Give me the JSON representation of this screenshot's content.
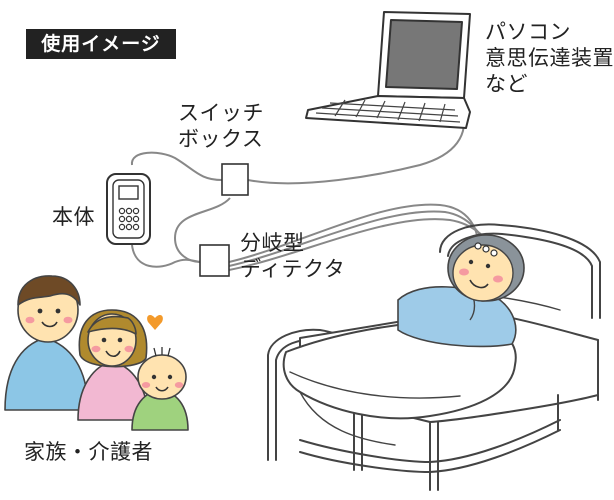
{
  "title_tag": "使用イメージ",
  "labels": {
    "pc_line1": "パソコン",
    "pc_line2": "意思伝達装置",
    "pc_line3": "など",
    "switch_line1": "スイッチ",
    "switch_line2": "ボックス",
    "main_unit": "本体",
    "detector_line1": "分岐型",
    "detector_line2": "ディテクタ",
    "family": "家族・介護者"
  },
  "colors": {
    "cable": "#888888",
    "patient_shirt": "#9ecbe8",
    "face": "#ffe3b0",
    "hair_grey": "#8a939a",
    "father_shirt": "#8cc6e6",
    "mother_shirt": "#f2b8d2",
    "child_shirt": "#9fd27e",
    "hair_brown": "#6e4a26",
    "hair_olive": "#b08a2e",
    "heart": "#f39a2b",
    "cheek": "#f59aa0"
  }
}
